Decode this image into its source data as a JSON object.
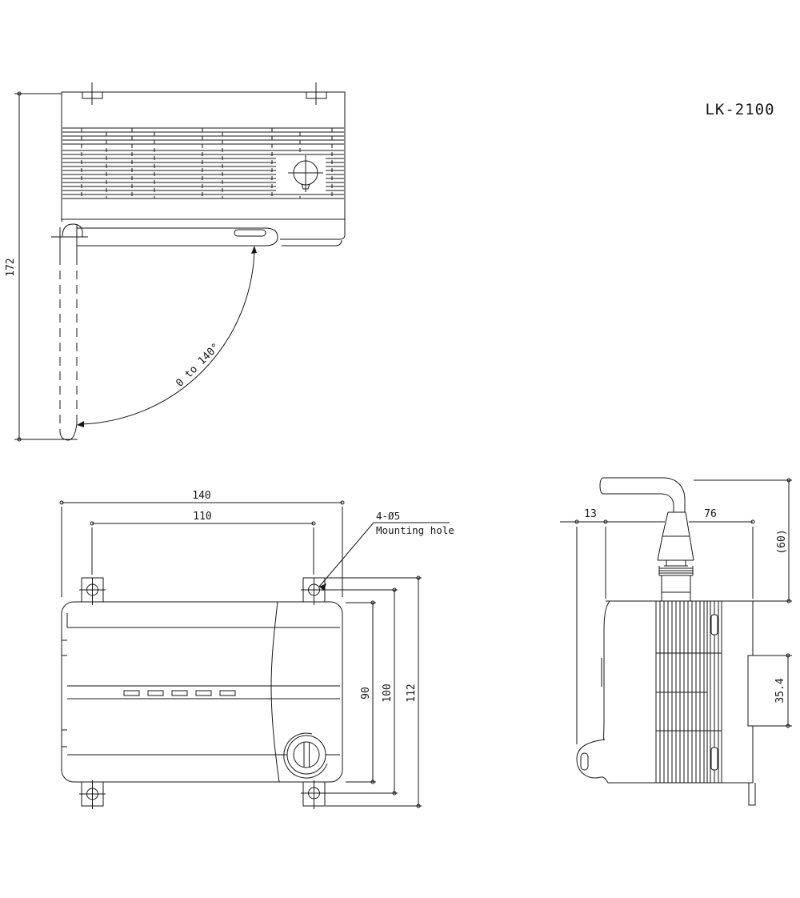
{
  "title": "LK-2100",
  "line_color": "#161616",
  "views": {
    "side_open": {
      "name": "side-view-with-door-swing",
      "overall_height": "172",
      "door_swing": "0 to 140°"
    },
    "front": {
      "name": "front-view",
      "overall_width": "140",
      "mounting_pitch_width": "110",
      "mounting_hole_qty": "4-Ø5",
      "mounting_hole_label": "Mounting hole",
      "body_height": "90",
      "mounting_pitch_height": "100",
      "overall_height": "112"
    },
    "side": {
      "name": "right-side-view",
      "door_depth": "13",
      "body_depth": "76",
      "cable_clearance": "(60)",
      "rail_mount_width": "35.4"
    }
  }
}
